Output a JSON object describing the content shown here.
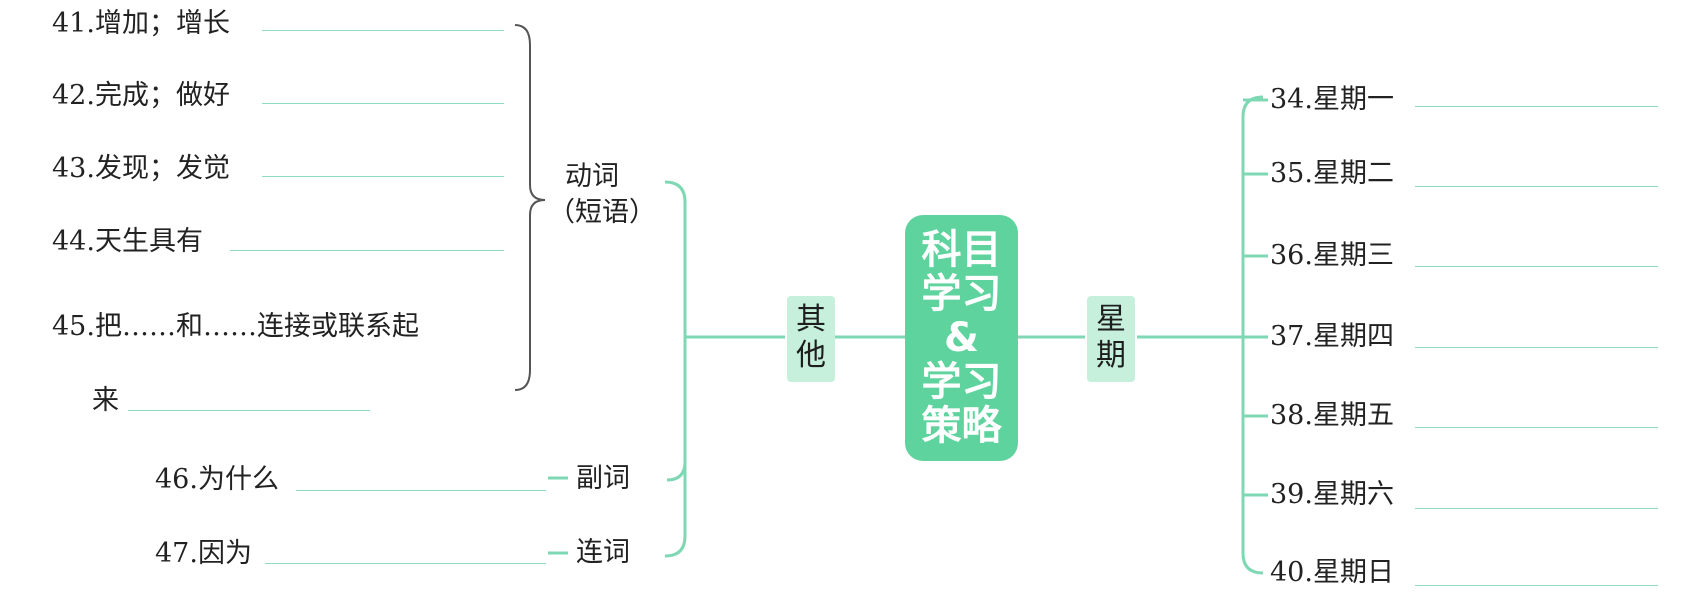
{
  "center": {
    "line1": "科目",
    "line2": "学习",
    "line3": "&",
    "line4": "学习",
    "line5": "策略"
  },
  "branches": {
    "qita": {
      "line1": "其",
      "line2": "他"
    },
    "xingqi": {
      "line1": "星",
      "line2": "期"
    }
  },
  "subbranches": {
    "verb_line1": "动词",
    "verb_line2": "（短语）",
    "adverb": "副词",
    "conjunction": "连词"
  },
  "left_items": [
    "41.增加；增长",
    "42.完成；做好",
    "43.发现；发觉",
    "44.天生具有",
    "45.把……和……连接或联系起",
    "来"
  ],
  "adverb_item": "46.为什么",
  "conjunction_item": "47.因为",
  "right_items": [
    "34.星期一",
    "35.星期二",
    "36.星期三",
    "37.星期四",
    "38.星期五",
    "39.星期六",
    "40.星期日"
  ],
  "colors": {
    "line": "#7fd8b4",
    "center_fill": "#5fd39d",
    "branch_fill": "#c6f0dc",
    "bracket": "#555555",
    "blank": "#8fdcc0"
  }
}
